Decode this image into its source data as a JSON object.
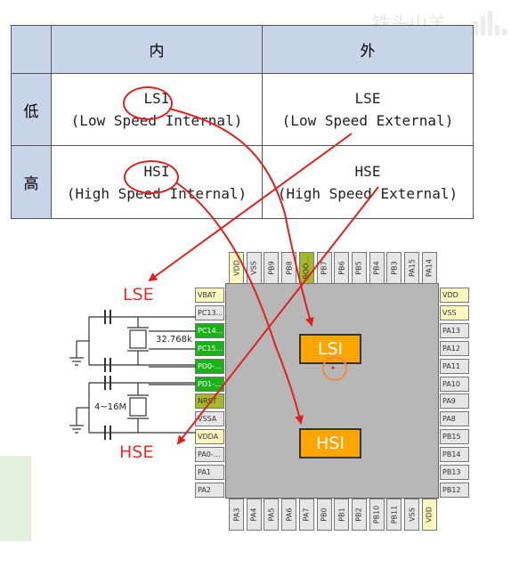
{
  "watermark": "铁头山羊",
  "table": {
    "col_inner": "内",
    "col_outer": "外",
    "rows": [
      {
        "side": "低",
        "inner_abbr": "LSI",
        "inner_full": "(Low Speed Internal)",
        "outer_abbr": "LSE",
        "outer_full": "(Low Speed External)"
      },
      {
        "side": "高",
        "inner_abbr": "HSI",
        "inner_full": "(High Speed Internal)",
        "outer_abbr": "HSE",
        "outer_full": "(High Speed External)"
      }
    ]
  },
  "diagram": {
    "label_lse": "LSE",
    "label_hse": "HSE",
    "block_lsi": "LSI",
    "block_hsi": "HSI",
    "crystal_lse_freq": "32.768k",
    "crystal_hse_freq": "4~16M",
    "pins_left": [
      "VBAT",
      "PC13...",
      "PC14...",
      "PC15...",
      "PD0-...",
      "PD1-...",
      "NRST",
      "VSSA",
      "VDDA",
      "PA0-...",
      "PA1",
      "PA2"
    ],
    "pins_right": [
      "VDD",
      "VSS",
      "PA13",
      "PA12",
      "PA11",
      "PA10",
      "PA9",
      "PA8",
      "PB15",
      "PB14",
      "PB13",
      "PB12"
    ],
    "pins_top": [
      "VDD",
      "VSS",
      "PB9",
      "PB8",
      "BOO...",
      "PB7",
      "PB6",
      "PB5",
      "PB4",
      "PB3",
      "PA15",
      "PA14"
    ],
    "pins_bottom": [
      "PA3",
      "PA4",
      "PA5",
      "PA6",
      "PA7",
      "PB0",
      "PB1",
      "PB2",
      "PB10",
      "PB11",
      "VSS",
      "VDD"
    ],
    "colors": {
      "arrow": "#e02020",
      "block": "#ffa500",
      "pin_green": "#19b319",
      "header": "#c7d4ea"
    }
  }
}
